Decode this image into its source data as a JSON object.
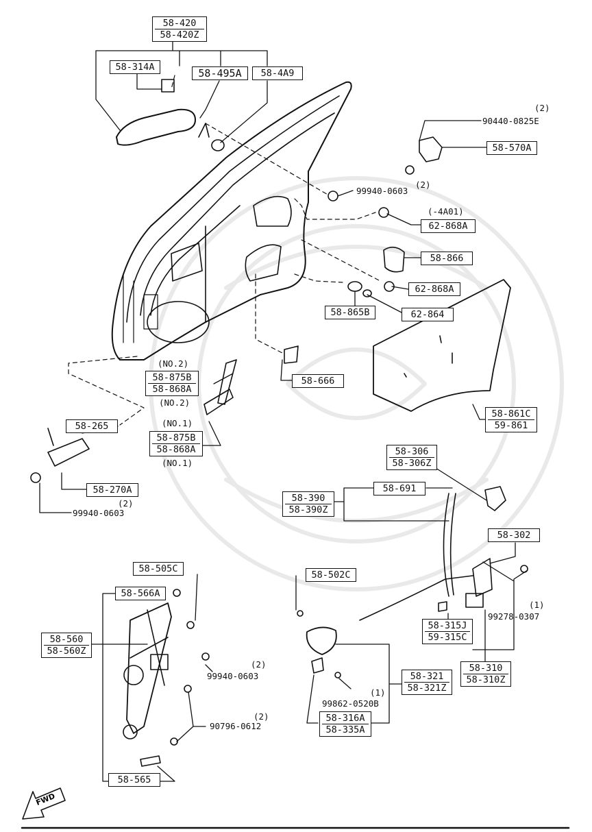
{
  "labels": {
    "l58_420": [
      "58-420",
      "58-420Z"
    ],
    "l58_314A": "58-314A",
    "l58_495A": "58-495A",
    "l58_4A9": "58-4A9",
    "l58_570A": "58-570A",
    "l62_868A_top": "62-868A",
    "l58_866": "58-866",
    "l62_868A_mid": "62-868A",
    "l62_864": "62-864",
    "l58_865B": "58-865B",
    "l58_666": "58-666",
    "l58_875B_no2": [
      "58-875B",
      "58-868A"
    ],
    "l58_875B_no1": [
      "58-875B",
      "58-868A"
    ],
    "l58_861C": [
      "58-861C",
      "59-861"
    ],
    "l58_265": "58-265",
    "l58_270A": "58-270A",
    "l58_306": [
      "58-306",
      "58-306Z"
    ],
    "l58_390": [
      "58-390",
      "58-390Z"
    ],
    "l58_691": "58-691",
    "l58_302": "58-302",
    "l58_505C": "58-505C",
    "l58_566A": "58-566A",
    "l58_560": [
      "58-560",
      "58-560Z"
    ],
    "l58_502C": "58-502C",
    "l58_315J": [
      "58-315J",
      "59-315C"
    ],
    "l58_310": [
      "58-310",
      "58-310Z"
    ],
    "l58_321": [
      "58-321",
      "58-321Z"
    ],
    "l58_316A": [
      "58-316A",
      "58-335A"
    ],
    "l58_565": "58-565"
  },
  "texts": {
    "t90440_qty": "(2)",
    "t90440": "90440-0825E",
    "t99940_top": "99940-0603",
    "t99940_top_qty": "(2)",
    "t4A01": "(-4A01)",
    "tno2_a": "(NO.2)",
    "tno2_b": "(NO.2)",
    "tno1_a": "(NO.1)",
    "tno1_b": "(NO.1)",
    "t99940_left_qty": "(2)",
    "t99940_left": "99940-0603",
    "t99278_qty": "(1)",
    "t99278": "99278-0307",
    "t99940_reg_qty": "(2)",
    "t99940_reg": "99940-0603",
    "t90796_qty": "(2)",
    "t90796": "90796-0612",
    "t99862_qty": "(1)",
    "t99862": "99862-0520B",
    "fwd": "FWD"
  }
}
